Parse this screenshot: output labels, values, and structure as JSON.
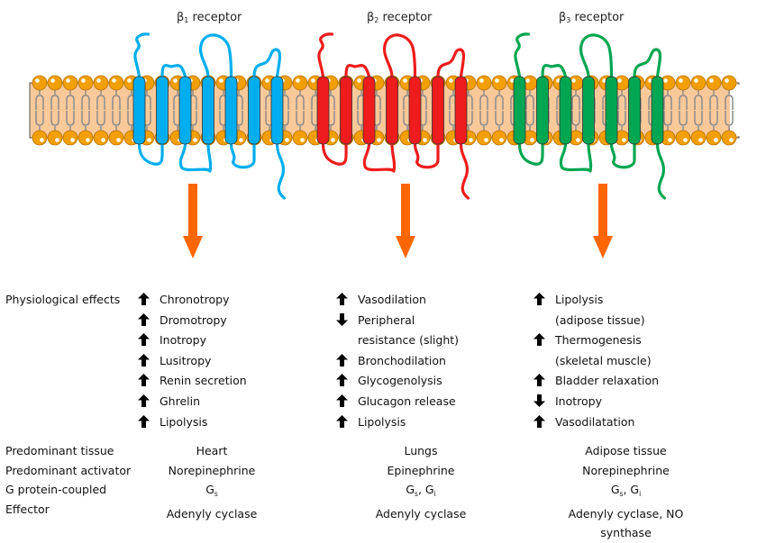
{
  "receptors": [
    {
      "id": "beta1",
      "symbol": "β",
      "subscript": "1",
      "title_suffix": " receptor",
      "color": "#00AEEF",
      "effects": [
        {
          "direction": "up",
          "text": "Chronotropy"
        },
        {
          "direction": "up",
          "text": "Dromotropy"
        },
        {
          "direction": "up",
          "text": "Inotropy"
        },
        {
          "direction": "up",
          "text": "Lusitropy"
        },
        {
          "direction": "up",
          "text": "Renin secretion"
        },
        {
          "direction": "up",
          "text": "Ghrelin"
        },
        {
          "direction": "up",
          "text": "Lipolysis"
        }
      ],
      "predominant_tissue": "Heart",
      "predominant_activator": "Norepinephrine",
      "g_protein": [
        {
          "base": "G",
          "sub": "s"
        }
      ],
      "effector_lines": [
        "Adenyly cyclase"
      ]
    },
    {
      "id": "beta2",
      "symbol": "β",
      "subscript": "2",
      "title_suffix": " receptor",
      "color": "#EE1C1C",
      "effects": [
        {
          "direction": "up",
          "text": "Vasodilation"
        },
        {
          "direction": "down",
          "text": "Peripheral"
        },
        {
          "direction": "none",
          "text": "resistance (slight)"
        },
        {
          "direction": "up",
          "text": "Bronchodilation"
        },
        {
          "direction": "up",
          "text": "Glycogenolysis"
        },
        {
          "direction": "up",
          "text": "Glucagon release"
        },
        {
          "direction": "up",
          "text": "Lipolysis"
        }
      ],
      "predominant_tissue": "Lungs",
      "predominant_activator": "Epinephrine",
      "g_protein": [
        {
          "base": "G",
          "sub": "s"
        },
        {
          "base": "G",
          "sub": "i"
        }
      ],
      "effector_lines": [
        "Adenyly cyclase"
      ]
    },
    {
      "id": "beta3",
      "symbol": "β",
      "subscript": "3",
      "title_suffix": " receptor",
      "color": "#00A651",
      "effects": [
        {
          "direction": "up",
          "text": "Lipolysis"
        },
        {
          "direction": "none",
          "text": "(adipose tissue)"
        },
        {
          "direction": "up",
          "text": "Thermogenesis"
        },
        {
          "direction": "none",
          "text": "(skeletal muscle)"
        },
        {
          "direction": "up",
          "text": "Bladder relaxation"
        },
        {
          "direction": "down",
          "text": "Inotropy"
        },
        {
          "direction": "up",
          "text": "Vasodilatation"
        }
      ],
      "predominant_tissue": "Adipose tissue",
      "predominant_activator": "Norepinephrine",
      "g_protein": [
        {
          "base": "G",
          "sub": "s"
        },
        {
          "base": "G",
          "sub": "i"
        }
      ],
      "effector_lines": [
        "Adenyly cyclase, NO",
        "synthase"
      ]
    }
  ],
  "row_labels": {
    "physiological_effects": "Physiological effects",
    "predominant_tissue": "Predominant tissue",
    "predominant_activator": "Predominant activator",
    "g_protein_coupled": "G protein-coupled",
    "effector": "Effector"
  },
  "colors": {
    "membrane_fill": "#FAC99A",
    "lipid_head": "#F29F05",
    "lipid_tail": "#8C8C8C",
    "signal_arrow": "#FF6600",
    "effect_arrow": "#000000"
  },
  "icons": {
    "up": "arrow-up-icon",
    "down": "arrow-down-icon",
    "signal": "arrow-down-signal-icon"
  }
}
